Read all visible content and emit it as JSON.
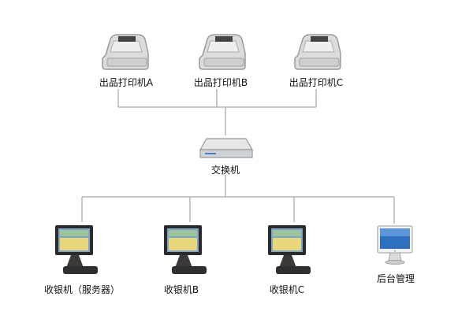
{
  "printers": [
    {
      "label": "出品打印机A"
    },
    {
      "label": "出品打印机B"
    },
    {
      "label": "出品打印机C"
    }
  ],
  "switch": {
    "label": "交换机"
  },
  "terminals": [
    {
      "label": "收银机（服务器）",
      "icon": "pos-terminal-icon"
    },
    {
      "label": "收银机B",
      "icon": "pos-terminal-icon"
    },
    {
      "label": "收银机C",
      "icon": "pos-terminal-icon"
    },
    {
      "label": "后台管理",
      "icon": "monitor-icon"
    }
  ],
  "colors": {
    "wire": "#b5b5b5",
    "device_body": "#d9d9d9",
    "screen": "#7fa6c8"
  }
}
